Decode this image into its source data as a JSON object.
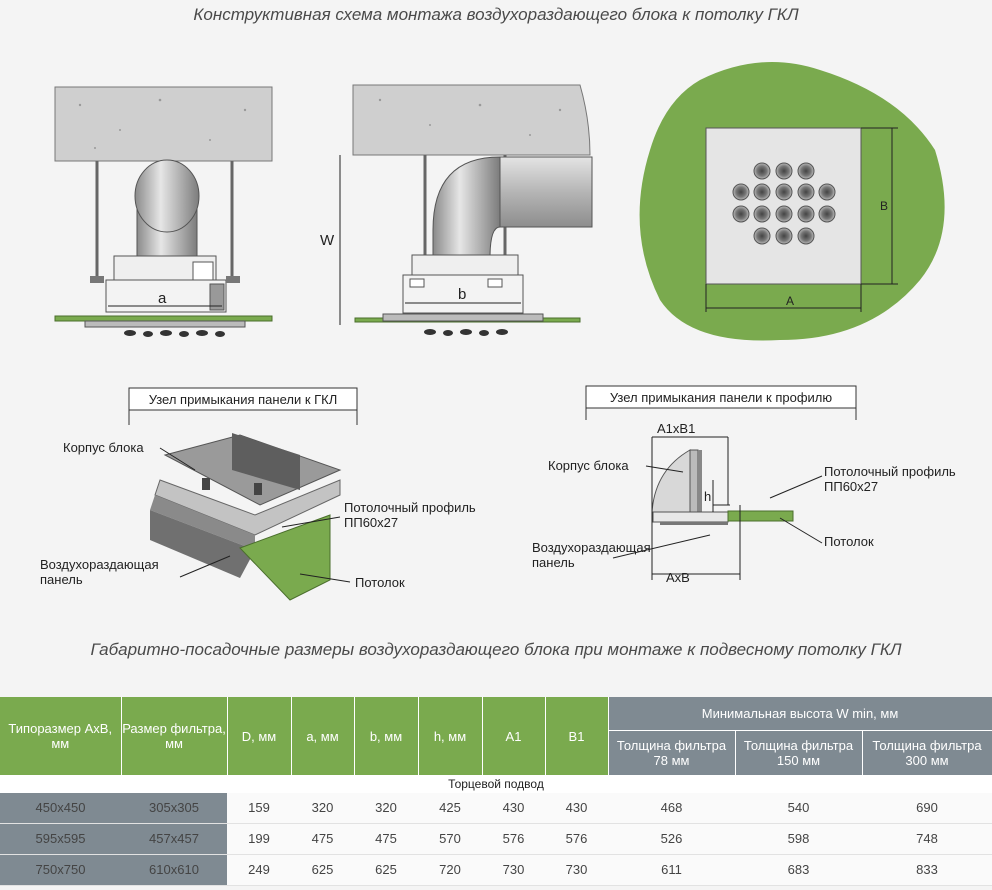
{
  "titles": {
    "top": "Конструктивная схема монтажа воздухораздающего блока к потолку ГКЛ",
    "table": "Габаритно-посадочные размеры воздухораздающего блока при монтаже к подвесному потолку ГКЛ"
  },
  "dims": {
    "a": "a",
    "b": "b",
    "W": "W",
    "A": "A",
    "B": "B"
  },
  "node1": {
    "title": "Узел примыкания панели к ГКЛ",
    "housing": "Корпус блока",
    "profile_1": "Потолочный профиль",
    "profile_2": "ПП60х27",
    "panel_1": "Воздухораздающая",
    "panel_2": "панель",
    "ceiling": "Потолок"
  },
  "node2": {
    "title": "Узел примыкания панели к профилю",
    "a1b1": "A1xB1",
    "housing": "Корпус блока",
    "h": "h",
    "profile_1": "Потолочный профиль",
    "profile_2": "ПП60х27",
    "ceiling": "Потолок",
    "panel_1": "Воздухораздающая",
    "panel_2": "панель",
    "axb": "AxB"
  },
  "table": {
    "headers": {
      "type": "Типоразмер AxB, мм",
      "filter": "Размер фильтра, мм",
      "D": "D, мм",
      "a": "a, мм",
      "b": "b, мм",
      "h": "h, мм",
      "A1": "A1",
      "B1": "B1",
      "wmin": "Минимальная высота W min, мм",
      "f78": "Толщина фильтра 78 мм",
      "f150": "Толщина фильтра 150 мм",
      "f300": "Толщина фильтра 300 мм"
    },
    "section": "Торцевой подвод",
    "rows": [
      [
        "450x450",
        "305x305",
        "159",
        "320",
        "320",
        "425",
        "430",
        "430",
        "468",
        "540",
        "690"
      ],
      [
        "595x595",
        "457x457",
        "199",
        "475",
        "475",
        "570",
        "576",
        "576",
        "526",
        "598",
        "748"
      ],
      [
        "750x750",
        "610x610",
        "249",
        "625",
        "625",
        "720",
        "730",
        "730",
        "611",
        "683",
        "833"
      ]
    ]
  },
  "colors": {
    "green": "#7aaa4e",
    "gray_header": "#7f8a92",
    "concrete": "#cfcfcf"
  }
}
